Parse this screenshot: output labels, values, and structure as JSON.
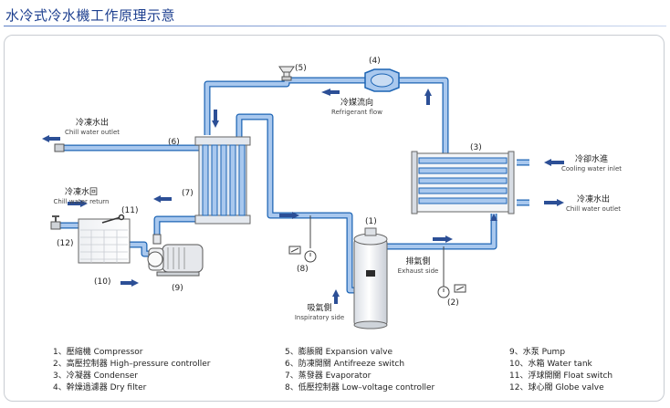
{
  "title": "水冷式冷水機工作原理示意",
  "numbers": {
    "n1": "(1)",
    "n2": "(2)",
    "n3": "(3)",
    "n4": "(4)",
    "n5": "(5)",
    "n6": "(6)",
    "n7": "(7)",
    "n8": "(8)",
    "n9": "(9)",
    "n10": "(10)",
    "n11": "(11)",
    "n12": "(12)"
  },
  "labels": {
    "chill_outlet_left_cn": "冷凍水出",
    "chill_outlet_left_en": "Chill water outlet",
    "chill_return_cn": "冷凍水回",
    "chill_return_en": "Chill water return",
    "refrigerant_flow_cn": "冷媒流向",
    "refrigerant_flow_en": "Refrigerant flow",
    "cooling_inlet_cn": "冷卻水進",
    "cooling_inlet_en": "Cooling water inlet",
    "chill_outlet_right_cn": "冷凍水出",
    "chill_outlet_right_en": "Chill water outlet",
    "exhaust_cn": "排氣側",
    "exhaust_en": "Exhaust side",
    "inspiratory_cn": "吸氣側",
    "inspiratory_en": "Inspiratory side"
  },
  "legend": {
    "col1": [
      "1、壓縮機 Compressor",
      "2、高壓控制器 High–pressure controller",
      "3、冷凝器 Condenser",
      "4、幹燥過濾器 Dry filter"
    ],
    "col2": [
      "5、膨脹閥 Expansion valve",
      "6、防凍開關 Antifreeze switch",
      "7、蒸發器 Evaporator",
      "8、低壓控制器 Low–voltage controller"
    ],
    "col3": [
      "9、水泵 Pump",
      "10、水箱 Water tank",
      "11、浮球開關 Float switch",
      "12、球心閥 Globe valve"
    ]
  },
  "colors": {
    "pipe_fill": "#a9c8ee",
    "pipe_stroke": "#1c64b4",
    "arrow": "#2c4f96",
    "title": "#1d3f8f"
  },
  "icons": [
    "arrow-icon",
    "globe-valve-icon",
    "expansion-valve-icon",
    "pressure-gauge-icon"
  ]
}
